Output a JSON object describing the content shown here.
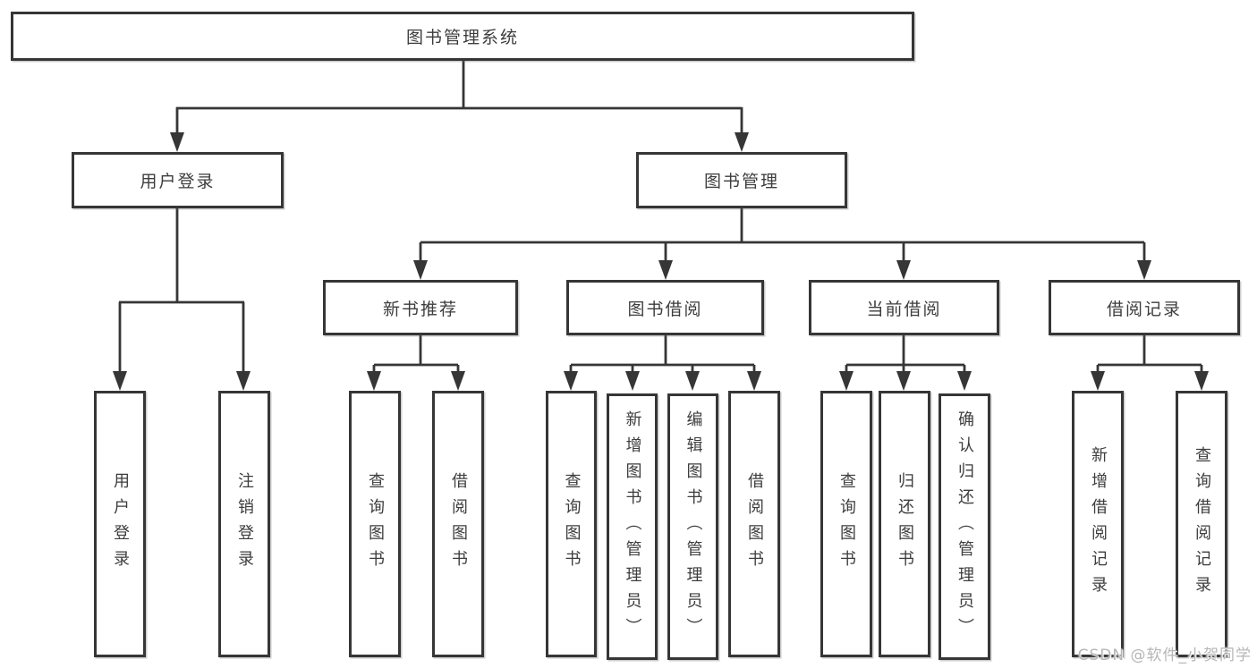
{
  "root": {
    "label": "图书管理系统"
  },
  "level2": {
    "user_login": {
      "label": "用户登录"
    },
    "book_management": {
      "label": "图书管理"
    }
  },
  "level3": {
    "new_book_recommend": {
      "label": "新书推荐"
    },
    "book_borrowing": {
      "label": "图书借阅"
    },
    "current_borrowing": {
      "label": "当前借阅"
    },
    "borrowing_records": {
      "label": "借阅记录"
    }
  },
  "leaves": {
    "user_login": {
      "login": "用户登录",
      "logout": "注销登录"
    },
    "new_book_recommend": {
      "query_books": "查询图书",
      "borrow_books": "借阅图书"
    },
    "book_borrowing": {
      "query_books": "查询图书",
      "add_books": "新增图书（管理员）",
      "edit_books": "编辑图书（管理员）",
      "borrow_books": "借阅图书"
    },
    "current_borrowing": {
      "query_books": "查询图书",
      "return_books": "归还图书",
      "confirm_return": "确认归还（管理员）"
    },
    "borrowing_records": {
      "add_record": "新增借阅记录",
      "query_record": "查询借阅记录"
    }
  },
  "watermark": {
    "text": "CSDN @软件_小贺同学"
  },
  "colors": {
    "line": "#363636",
    "text": "#3d3d3d",
    "box_background": "#ffffff",
    "watermark": "#b6b6b6",
    "page_background": "#ffffff"
  }
}
